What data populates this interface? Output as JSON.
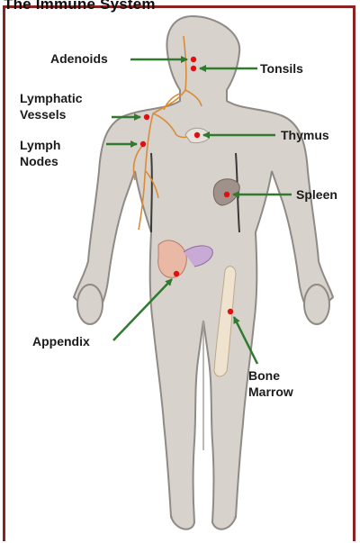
{
  "title": "The Immune System",
  "colors": {
    "frame": "#8b2323",
    "body_fill": "#d8d2cc",
    "body_outline": "#8f8a85",
    "arrow": "#2f7a2f",
    "marker": "#e01010",
    "vessel": "#d98c3a"
  },
  "labels": {
    "adenoids": "Adenoids",
    "tonsils": "Tonsils",
    "lymphatic_vessels": "Lymphatic\nVessels",
    "lymph_nodes": "Lymph\nNodes",
    "thymus": "Thymus",
    "spleen": "Spleen",
    "appendix": "Appendix",
    "bone_marrow": "Bone\nMarrow"
  }
}
